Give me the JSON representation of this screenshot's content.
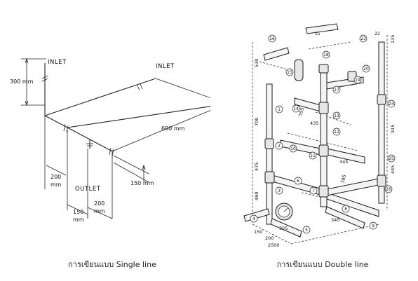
{
  "single_line": {
    "labels": {
      "inlet_vertical": "INLET",
      "inlet_horizontal": "INLET",
      "outlet": "OUTLET"
    },
    "dimensions": {
      "d300": "300 mm",
      "d600": "600 mm",
      "d150_right": "150 mm",
      "d200_left_value": "200",
      "d200_left_unit": "mm",
      "d150_bottom_value": "150",
      "d150_bottom_unit": "mm",
      "d200_bottom_value": "200",
      "d200_bottom_unit": "mm"
    }
  },
  "double_line": {
    "callouts": [
      "1",
      "2",
      "3",
      "4",
      "5",
      "6",
      "7",
      "8",
      "9",
      "10",
      "11",
      "12",
      "13",
      "14",
      "15",
      "16",
      "17",
      "18",
      "19",
      "20",
      "21",
      "22",
      "23",
      "24",
      "25",
      "26"
    ],
    "dims": {
      "d530": "530",
      "d700": "700",
      "d475": "475",
      "d480": "480",
      "d150": "150",
      "d200": "200",
      "d325": "325",
      "d2500": "2500",
      "d555": "555",
      "d435": "435",
      "d385": "385",
      "d345": "345",
      "d135": "135",
      "d915": "915",
      "d340": "340",
      "d445": "445"
    }
  },
  "captions": {
    "single": "การเขียนแบบ Single line",
    "double": "การเขียนแบบ Double line"
  }
}
